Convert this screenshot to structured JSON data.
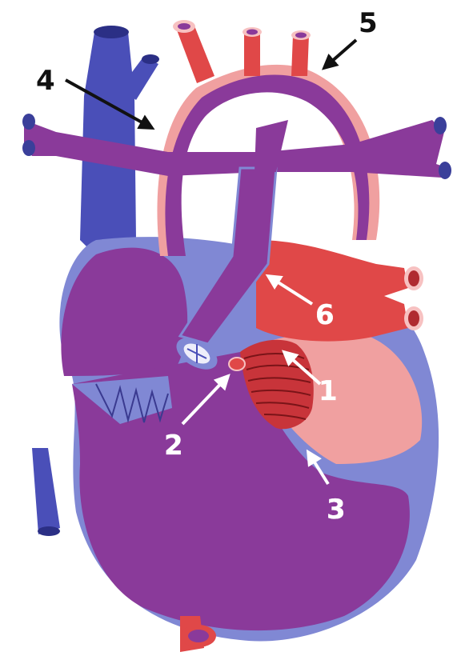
{
  "colors": {
    "vein_blue": "#4a4fb8",
    "vein_blue_light": "#7f84d6",
    "mixed_purple": "#8a3a9a",
    "artery_red": "#e04848",
    "artery_pink": "#f0a0a0",
    "lesion_red": "#c8343a",
    "label_dark": "#111111",
    "label_light": "#ffffff"
  },
  "labels": {
    "l1": "1",
    "l2": "2",
    "l3": "3",
    "l4": "4",
    "l5": "5",
    "l6": "6"
  }
}
